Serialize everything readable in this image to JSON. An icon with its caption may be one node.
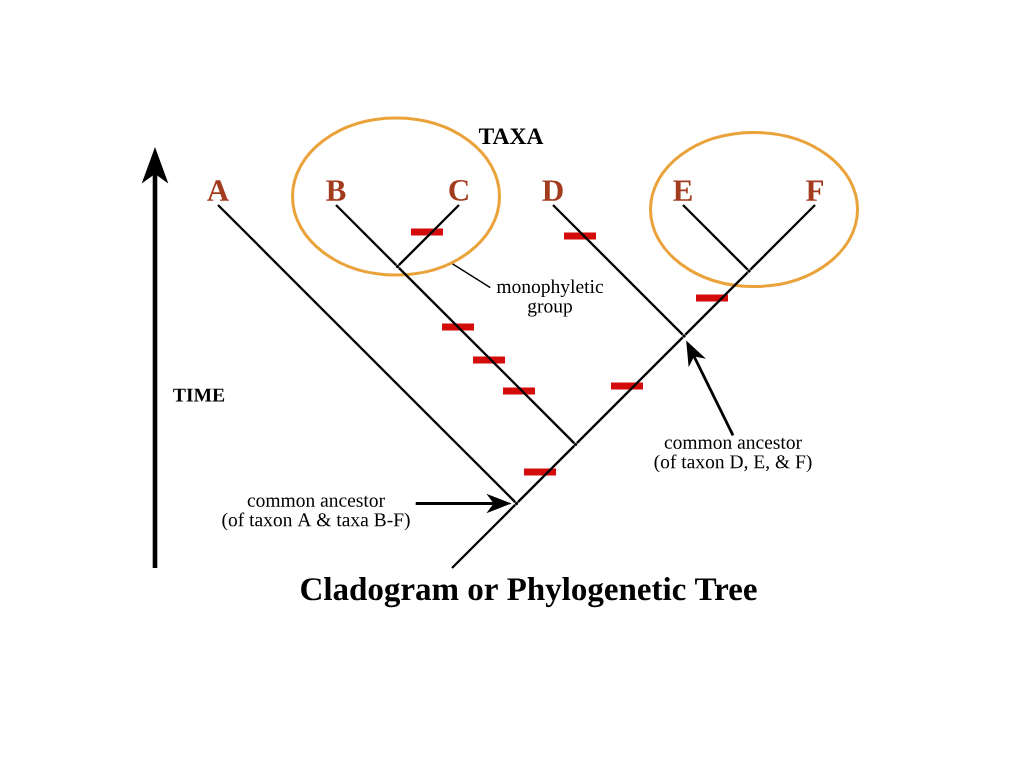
{
  "diagram": {
    "title": "Cladogram or Phylogenetic Tree",
    "nodes": [
      {
        "text": [
          "A"
        ]
      },
      {
        "text": [],
        "shape": "ellipse"
      },
      {
        "text": [
          "B"
        ],
        "in": 1
      },
      {
        "text": [
          "C"
        ],
        "in": 1
      },
      {
        "text": [
          "D"
        ]
      },
      {
        "text": [],
        "shape": "ellipse"
      },
      {
        "text": [
          "E"
        ],
        "in": 5
      },
      {
        "text": [
          "F"
        ],
        "in": 5
      },
      {
        "text": [],
        "shape": "dot",
        "in": 1
      },
      {
        "text": [],
        "shape": "dot",
        "in": 5
      },
      {
        "text": [
          "monophyletic group"
        ]
      },
      {
        "text": [],
        "shape": "dot"
      },
      {
        "text": [],
        "shape": "dot"
      },
      {
        "text": [
          "common ancestor (of taxon D, E, & F)"
        ]
      },
      {
        "text": [],
        "shape": "dot"
      },
      {
        "text": [
          "common ancestor (of taxon A & taxa B-F)"
        ]
      }
    ],
    "edges": [
      {
        "from": null,
        "to": 14,
        "arrow": "none"
      },
      {
        "from": 14,
        "to": 0,
        "arrow": "none"
      },
      {
        "from": 14,
        "to": 12,
        "arrow": "none"
      },
      {
        "from": 12,
        "to": 8,
        "arrow": "none"
      },
      {
        "from": 8,
        "to": 2,
        "arrow": "none"
      },
      {
        "from": 8,
        "to": 3,
        "arrow": "none"
      },
      {
        "from": 12,
        "to": 11,
        "arrow": "none"
      },
      {
        "from": 11,
        "to": 4,
        "arrow": "none"
      },
      {
        "from": 11,
        "to": 9,
        "arrow": "none"
      },
      {
        "from": 9,
        "to": 6,
        "arrow": "none"
      },
      {
        "from": 9,
        "to": 7,
        "arrow": "none"
      },
      {
        "from": 10,
        "to": 1,
        "arrow": "none"
      },
      {
        "from": 15,
        "to": 14,
        "arrow": "to"
      },
      {
        "from": 13,
        "to": 11,
        "arrow": "to"
      }
    ],
    "labels": [
      "TAXA",
      "TIME"
    ]
  }
}
